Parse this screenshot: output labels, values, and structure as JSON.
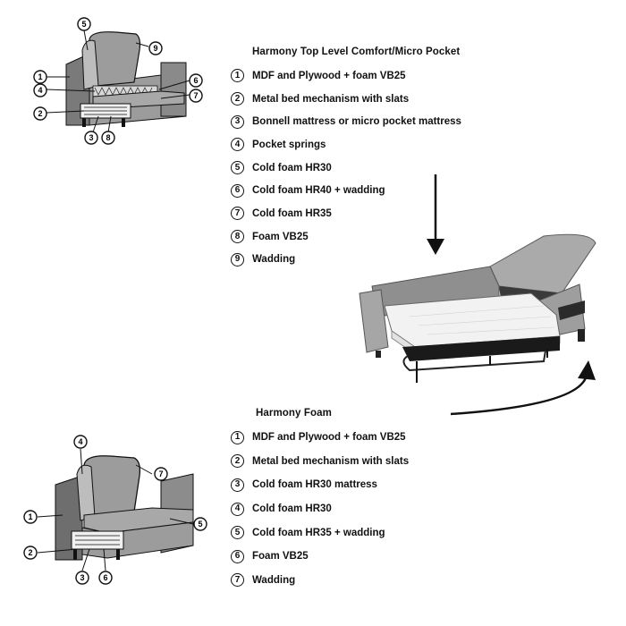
{
  "top_section": {
    "title": "Harmony Top Level Comfort/Micro Pocket",
    "items": [
      {
        "n": "1",
        "text": "MDF and Plywood + foam VB25"
      },
      {
        "n": "2",
        "text": "Metal bed mechanism with slats"
      },
      {
        "n": "3",
        "text": "Bonnell mattress or micro pocket mattress"
      },
      {
        "n": "4",
        "text": "Pocket springs"
      },
      {
        "n": "5",
        "text": "Cold foam HR30"
      },
      {
        "n": "6",
        "text": "Cold foam HR40 + wadding"
      },
      {
        "n": "7",
        "text": "Cold foam HR35"
      },
      {
        "n": "8",
        "text": "Foam VB25"
      },
      {
        "n": "9",
        "text": "Wadding"
      }
    ]
  },
  "bottom_section": {
    "title": "Harmony Foam",
    "items": [
      {
        "n": "1",
        "text": "MDF and Plywood + foam VB25"
      },
      {
        "n": "2",
        "text": "Metal bed mechanism with slats"
      },
      {
        "n": "3",
        "text": "Cold foam HR30 mattress"
      },
      {
        "n": "4",
        "text": "Cold foam HR30"
      },
      {
        "n": "5",
        "text": "Cold foam HR35 + wadding"
      },
      {
        "n": "6",
        "text": "Foam VB25"
      },
      {
        "n": "7",
        "text": "Wadding"
      }
    ]
  },
  "top_callouts": [
    "5",
    "9",
    "1",
    "6",
    "4",
    "7",
    "2",
    "3",
    "8"
  ],
  "bottom_callouts": [
    "4",
    "7",
    "1",
    "5",
    "2",
    "3",
    "6"
  ],
  "colors": {
    "ink": "#111111",
    "fabric": "#9c9c9c",
    "fabric_dark": "#6e6e6e",
    "mattress": "#f2f2f2"
  }
}
